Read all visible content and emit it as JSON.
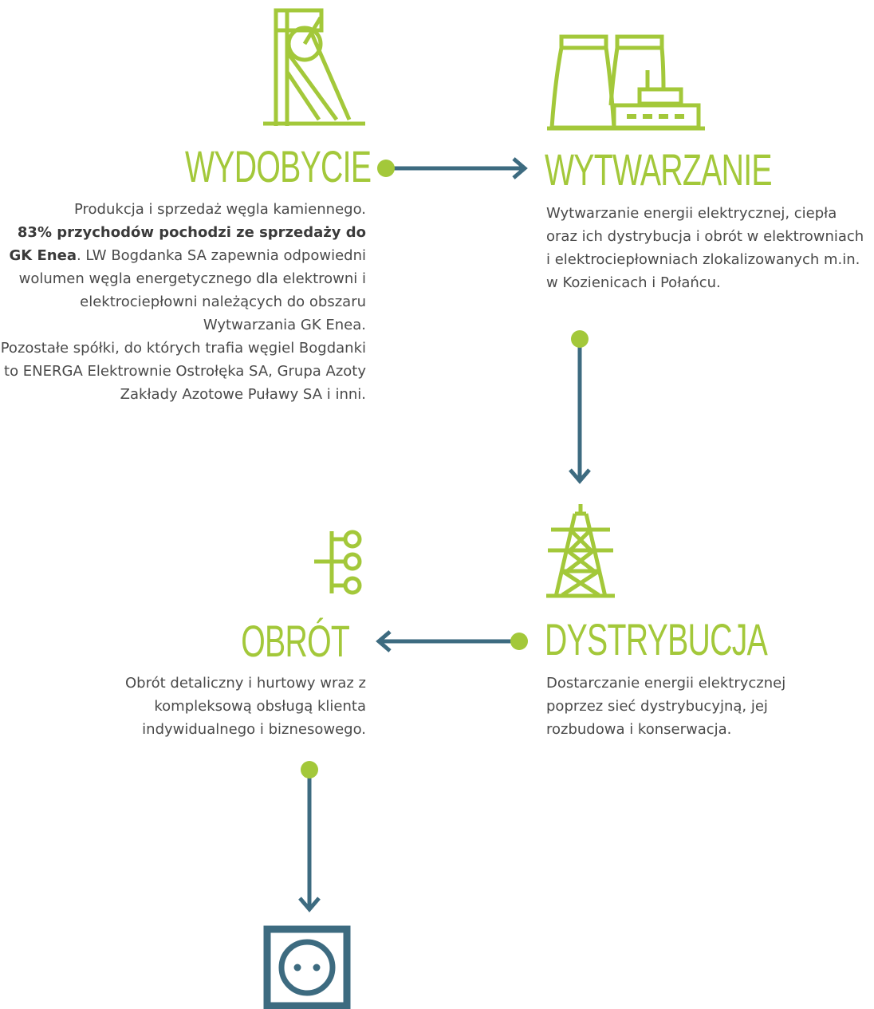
{
  "colors": {
    "accent_green": "#a3c83a",
    "arrow_blue": "#3d6b80",
    "text": "#4a4a4a"
  },
  "steps": {
    "wydobycie": {
      "title": "WYDOBYCIE",
      "icon": "mine-shaft-icon",
      "desc_intro": "Produkcja i sprzedaż węgla kamiennego.",
      "desc_bold": "83% przychodów pochodzi ze sprzedaży do GK Enea",
      "desc_rest": ". LW Bogdanka SA zapewnia odpowiedni wolumen węgla energetycznego dla elektrowni i elektrociepłowni należących do obszaru Wytwarzania GK Enea.",
      "desc_more": "Pozostałe spółki, do których trafia węgiel Bogdanki to ENERGA Elektrownie Ostrołęka SA, Grupa Azoty Zakłady Azotowe Puławy SA i inni."
    },
    "wytwarzanie": {
      "title": "WYTWARZANIE",
      "icon": "power-plant-icon",
      "desc": "Wytwarzanie energii elektrycznej, ciepła oraz ich dystrybucja i obrót w elektrowniach i elektrociepłowniach zlokalizowanych m.in. w Kozienicach i Połańcu."
    },
    "dystrybucja": {
      "title": "DYSTRYBUCJA",
      "icon": "power-pylon-icon",
      "desc": "Dostarczanie energii elektrycznej poprzez sieć dystrybucyjną, jej rozbudowa i konserwacja."
    },
    "obrot": {
      "title": "OBRÓT",
      "icon": "network-nodes-icon",
      "desc": "Obrót detaliczny i hurtowy wraz z kompleksową obsługą klienta indywidualnego i biznesowego."
    },
    "end": {
      "icon": "power-socket-icon"
    }
  }
}
